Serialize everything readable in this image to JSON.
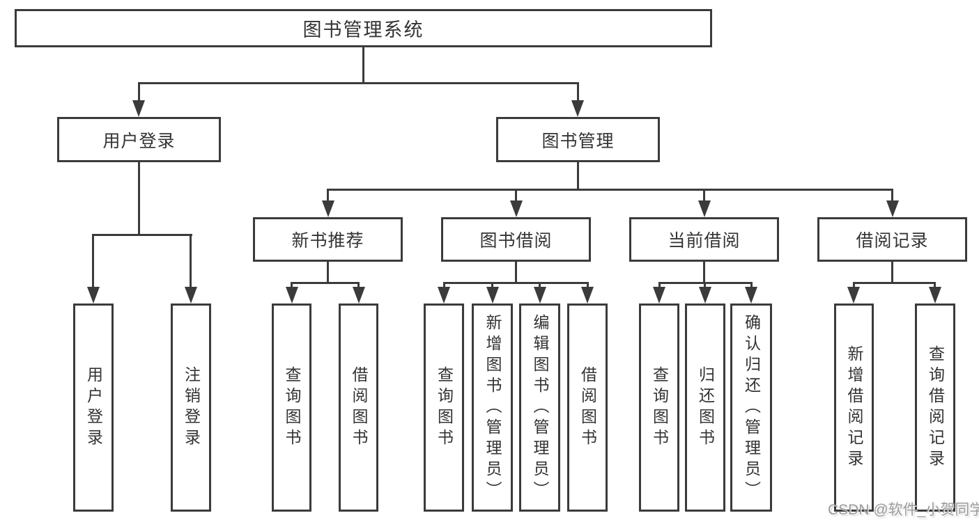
{
  "diagram": {
    "root": {
      "label": "图书管理系统"
    },
    "user_login": {
      "label": "用户登录",
      "children": [
        {
          "label": "用户登录"
        },
        {
          "label": "注销登录"
        }
      ]
    },
    "book_management": {
      "label": "图书管理",
      "sections": [
        {
          "label": "新书推荐",
          "children": [
            {
              "label": "查询图书"
            },
            {
              "label": "借阅图书"
            }
          ]
        },
        {
          "label": "图书借阅",
          "children": [
            {
              "label": "查询图书"
            },
            {
              "label": "新增图书（管理员）"
            },
            {
              "label": "编辑图书（管理员）"
            },
            {
              "label": "借阅图书"
            }
          ]
        },
        {
          "label": "当前借阅",
          "children": [
            {
              "label": "查询图书"
            },
            {
              "label": "归还图书"
            },
            {
              "label": "确认归还（管理员）"
            }
          ]
        },
        {
          "label": "借阅记录",
          "children": [
            {
              "label": "新增借阅记录"
            },
            {
              "label": "查询借阅记录"
            }
          ]
        }
      ]
    }
  },
  "watermark": {
    "text": "CSDN @软件_小贺同学"
  },
  "colors": {
    "line_color": "#3b3b3b",
    "text_color": "#333333",
    "background_color": "#ffffff",
    "watermark_color": "#9b9b9b"
  }
}
